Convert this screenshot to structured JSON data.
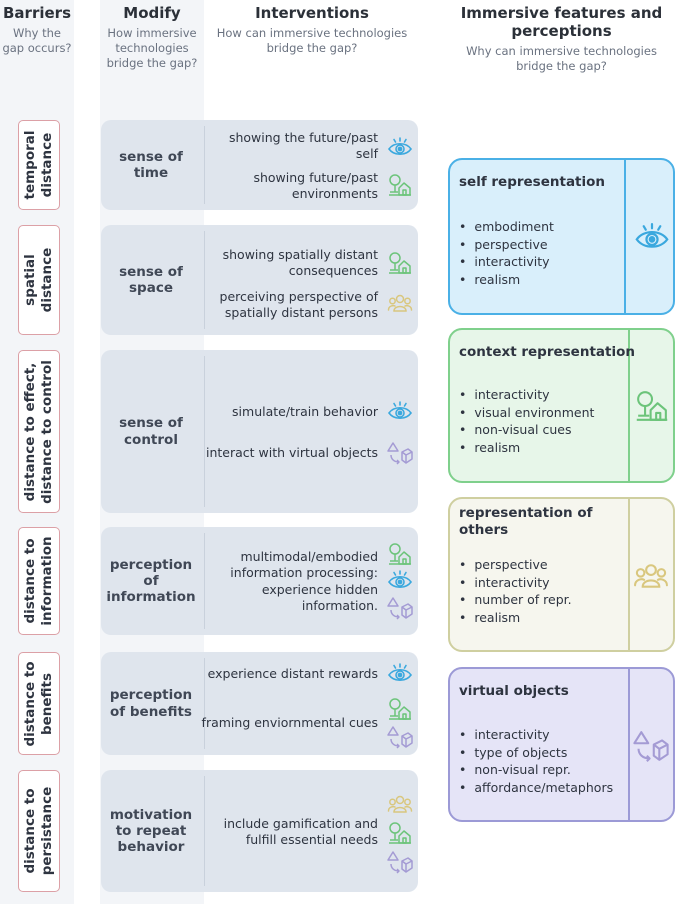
{
  "headers": {
    "barriers": {
      "title": "Barriers",
      "sub": "Why the gap occurs?"
    },
    "modify": {
      "title": "Modify",
      "sub": "How immersive technologies bridge the gap?"
    },
    "interventions": {
      "title": "Interventions",
      "sub": "How can immersive technologies bridge the gap?"
    },
    "features": {
      "title": "Immersive features and perceptions",
      "sub": "Why can immersive technologies bridge the gap?"
    }
  },
  "barriers": [
    {
      "label": "temporal distance"
    },
    {
      "label": "spatial distance"
    },
    {
      "label": "distance to effect, distance to control"
    },
    {
      "label": "distance to information"
    },
    {
      "label": "distance to benefits"
    },
    {
      "label": "distance to persistance"
    }
  ],
  "rows": [
    {
      "modify": "sense of time",
      "items": [
        {
          "text": "showing the future/past self",
          "icons": [
            "eye-icon"
          ]
        },
        {
          "text": "showing future/past environments",
          "icons": [
            "environment-icon"
          ]
        }
      ]
    },
    {
      "modify": "sense of space",
      "items": [
        {
          "text": "showing spatially distant consequences",
          "icons": [
            "environment-icon"
          ]
        },
        {
          "text": "perceiving perspective of spatially distant persons",
          "icons": [
            "people-icon"
          ]
        }
      ]
    },
    {
      "modify": "sense of control",
      "items": [
        {
          "text": "simulate/train behavior",
          "icons": [
            "eye-icon"
          ]
        },
        {
          "text": "interact with virtual objects",
          "icons": [
            "objects-icon"
          ]
        }
      ]
    },
    {
      "modify": "perception of information",
      "items": [
        {
          "text": "multimodal/embodied information processing: experience hidden information.",
          "icons": [
            "environment-icon",
            "eye-icon",
            "objects-icon"
          ]
        }
      ]
    },
    {
      "modify": "perception of benefits",
      "items": [
        {
          "text": "experience distant rewards",
          "icons": [
            "eye-icon"
          ]
        },
        {
          "text": "framing enviornmental cues",
          "icons": [
            "environment-icon",
            "objects-icon"
          ]
        }
      ]
    },
    {
      "modify": "motivation to repeat behavior",
      "items": [
        {
          "text": "include gamification and fulfill essential needs",
          "icons": [
            "people-icon",
            "environment-icon",
            "objects-icon"
          ]
        }
      ]
    }
  ],
  "features": [
    {
      "title": "self representation",
      "items": [
        "embodiment",
        "perspective",
        "interactivity",
        "realism"
      ],
      "icon": "eye-icon",
      "color": "#4ab0e6",
      "fill": "#d9effb"
    },
    {
      "title": "context representation",
      "items": [
        "interactivity",
        "visual environment",
        "non-visual cues",
        "realism"
      ],
      "icon": "environment-icon",
      "color": "#7fd08c",
      "fill": "#e7f6e9"
    },
    {
      "title": "representation of others",
      "items": [
        "perspective",
        "interactivity",
        "number of repr.",
        "realism"
      ],
      "icon": "people-icon",
      "color": "#cfcfa0",
      "fill": "#f6f6ee"
    },
    {
      "title": "virtual objects",
      "items": [
        "interactivity",
        "type of objects",
        "non-visual repr.",
        "affordance/metaphors"
      ],
      "icon": "objects-icon",
      "color": "#9c9ad6",
      "fill": "#e5e4f7"
    }
  ],
  "colors": {
    "eye": "#3aa8de",
    "environment": "#6cc47a",
    "people": "#d9c77e",
    "objects": "#a49bd4",
    "barrier_border": "#dca0a6",
    "modify_fill": "#dfe5ed"
  }
}
